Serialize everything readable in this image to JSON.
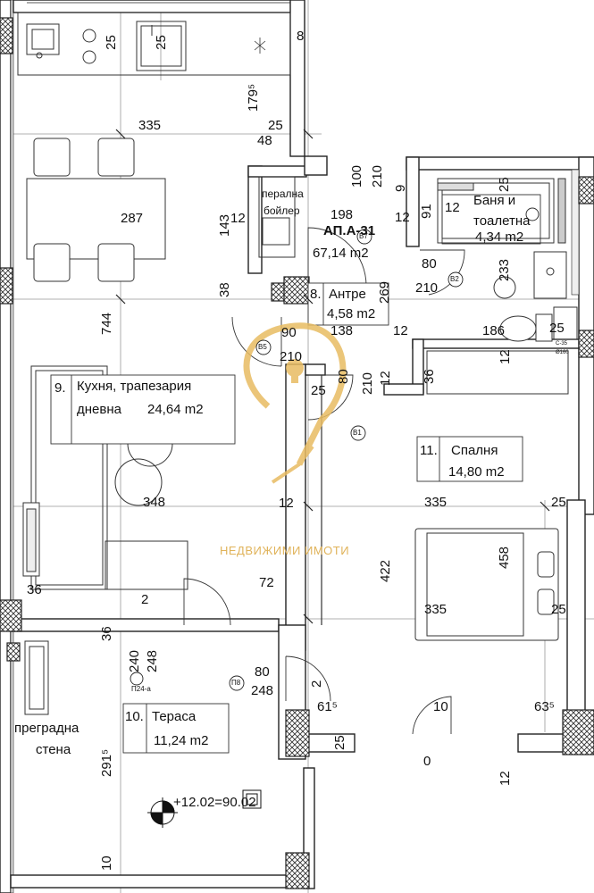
{
  "apartment": {
    "code": "АП.А-31",
    "area": "67,14 m2"
  },
  "rooms": [
    {
      "num": "8.",
      "name": "Антре",
      "area": "4,58 m2"
    },
    {
      "num": "9.",
      "name": "Кухня, трапезария",
      "name2": "дневна",
      "area": "24,64 m2"
    },
    {
      "num": "10.",
      "name": "Тераса",
      "area": "11,24 m2"
    },
    {
      "num": "11.",
      "name": "Спалня",
      "area": "14,80 m2"
    },
    {
      "num": "12",
      "name": "Баня и",
      "name2": "тоалетна",
      "area": "4,34 m2"
    }
  ],
  "labels": {
    "laundry1": "перална",
    "laundry2": "бойлер",
    "partition1": "преградна",
    "partition2": "стена",
    "level": "+12.02=90.02",
    "watermark": "НЕДВИЖИМИ ИМОТИ"
  },
  "dims": {
    "d335a": "335",
    "d287": "287",
    "d744": "744",
    "d348": "348",
    "d36a": "36",
    "d72": "72",
    "d2a": "2",
    "d36b": "36",
    "d240": "240",
    "d248a": "248",
    "d80a": "80",
    "d248b": "248",
    "d2b": "2",
    "d615": "61⁵",
    "d25a": "25",
    "d2915": "291⁵",
    "d10a": "10",
    "d25top1": "25",
    "d25top2": "25",
    "d8": "8",
    "d1795": "179⁵",
    "d25b": "25",
    "d48": "48",
    "d143": "143",
    "d12a": "12",
    "d38": "38",
    "d100": "100",
    "d210a": "210",
    "d198": "198",
    "d12b": "12",
    "d91": "91",
    "d269": "269",
    "d80b": "80",
    "d210b": "210",
    "d90": "90",
    "d210c": "210",
    "d138": "138",
    "d12c": "12",
    "d186": "186",
    "d25c": "25",
    "d36c": "36",
    "d12d": "12",
    "d80c": "80",
    "d210d": "210",
    "d12e": "12",
    "d25d": "25",
    "d12f": "12",
    "d233": "233",
    "d25e": "25",
    "d9": "9",
    "d335b": "335",
    "d25f": "25",
    "d422": "422",
    "d458": "458",
    "d335c": "335",
    "d25g": "25",
    "d10b": "10",
    "d635": "63⁵",
    "d0": "0",
    "d12g": "12"
  },
  "marks": {
    "b7": "B7",
    "b2": "B2",
    "b5": "B5",
    "b1": "B1",
    "p8": "П8",
    "p24": "П24-а",
    "c35": "С-35",
    "d160": "Ø160"
  }
}
